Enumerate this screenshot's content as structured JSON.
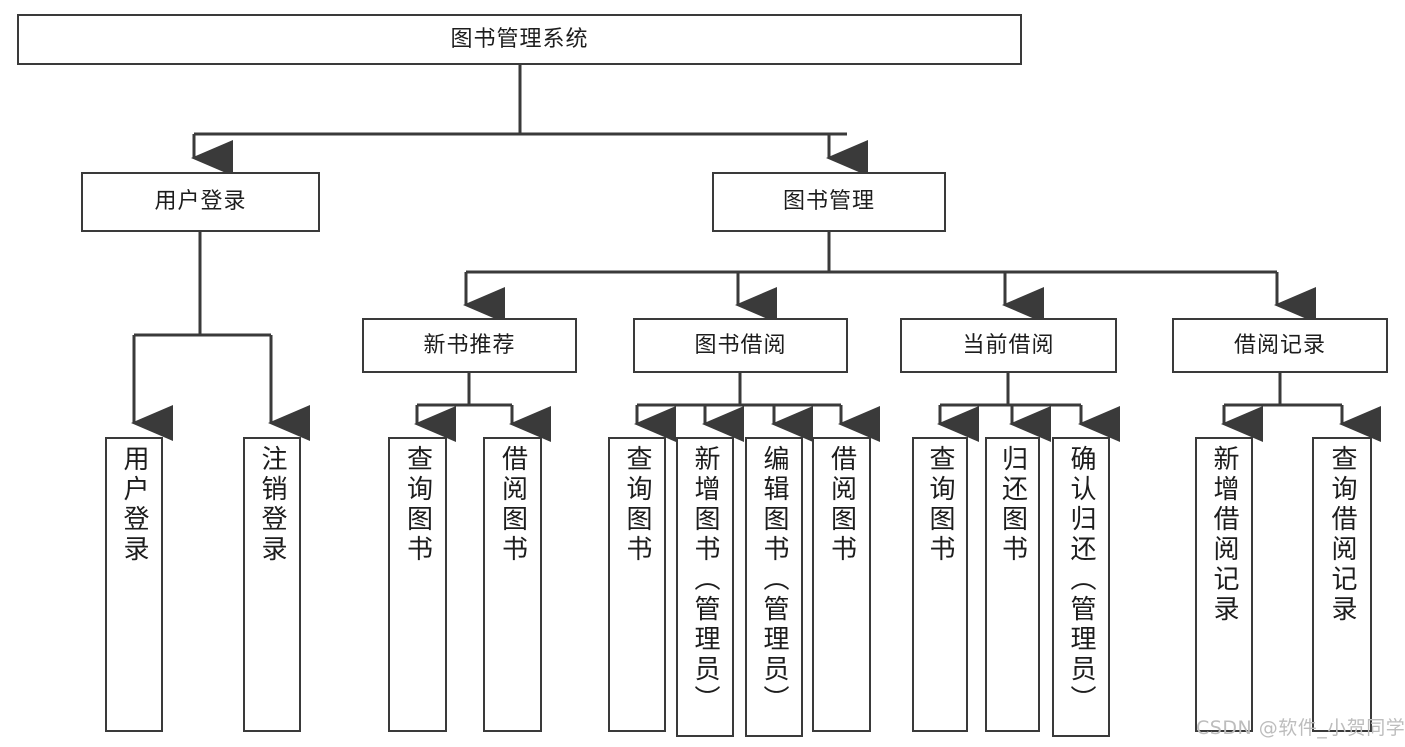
{
  "diagram": {
    "type": "tree",
    "title": "图书管理系统",
    "watermark": "CSDN @软件_小贺同学",
    "stroke_color": "#3a3a3a",
    "text_color": "#1d1d1d",
    "background_color": "#ffffff",
    "levels": [
      {
        "level": 1,
        "nodes": [
          {
            "id": "root",
            "label": "图书管理系统"
          }
        ]
      },
      {
        "level": 2,
        "nodes": [
          {
            "id": "login",
            "label": "用户登录",
            "parent": "root"
          },
          {
            "id": "bookmgmt",
            "label": "图书管理",
            "parent": "root"
          }
        ]
      },
      {
        "level": 3,
        "nodes": [
          {
            "id": "newbook",
            "label": "新书推荐",
            "parent": "bookmgmt"
          },
          {
            "id": "borrow",
            "label": "图书借阅",
            "parent": "bookmgmt"
          },
          {
            "id": "current",
            "label": "当前借阅",
            "parent": "bookmgmt"
          },
          {
            "id": "records",
            "label": "借阅记录",
            "parent": "bookmgmt"
          }
        ]
      },
      {
        "level": 4,
        "nodes": [
          {
            "id": "leaf-1",
            "label": "用户登录",
            "parent": "login"
          },
          {
            "id": "leaf-2",
            "label": "注销登录",
            "parent": "login"
          },
          {
            "id": "leaf-3",
            "label": "查询图书",
            "parent": "newbook"
          },
          {
            "id": "leaf-4",
            "label": "借阅图书",
            "parent": "newbook"
          },
          {
            "id": "leaf-5",
            "label": "查询图书",
            "parent": "borrow"
          },
          {
            "id": "leaf-6",
            "label": "新增图书（管理员）",
            "parent": "borrow"
          },
          {
            "id": "leaf-7",
            "label": "编辑图书（管理员）",
            "parent": "borrow"
          },
          {
            "id": "leaf-8",
            "label": "借阅图书",
            "parent": "borrow"
          },
          {
            "id": "leaf-9",
            "label": "查询图书",
            "parent": "current"
          },
          {
            "id": "leaf-10",
            "label": "归还图书",
            "parent": "current"
          },
          {
            "id": "leaf-11",
            "label": "确认归还（管理员）",
            "parent": "current"
          },
          {
            "id": "leaf-12",
            "label": "新增借阅记录",
            "parent": "records"
          },
          {
            "id": "leaf-13",
            "label": "查询借阅记录",
            "parent": "records"
          }
        ]
      }
    ]
  }
}
